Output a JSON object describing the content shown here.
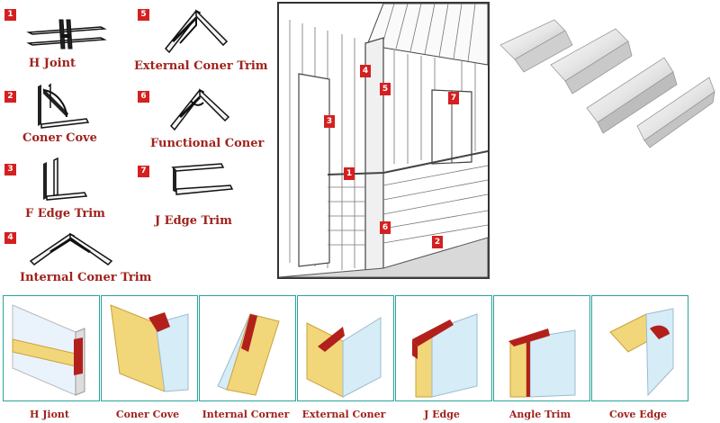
{
  "profiles": [
    {
      "num": "1",
      "label": "H Joint",
      "icon": "h-joint-profile-icon"
    },
    {
      "num": "2",
      "label": "Coner Cove",
      "icon": "corner-cove-profile-icon"
    },
    {
      "num": "3",
      "label": "F Edge Trim",
      "icon": "f-edge-trim-profile-icon"
    },
    {
      "num": "4",
      "label": "Internal Coner Trim",
      "icon": "internal-corner-trim-profile-icon"
    },
    {
      "num": "5",
      "label": "External Coner Trim",
      "icon": "external-corner-trim-profile-icon"
    },
    {
      "num": "6",
      "label": "Functional Coner",
      "icon": "functional-corner-profile-icon"
    },
    {
      "num": "7",
      "label": "J Edge Trim",
      "icon": "j-edge-trim-profile-icon"
    }
  ],
  "room_markers": [
    "1",
    "2",
    "3",
    "4",
    "5",
    "6",
    "7"
  ],
  "installations": [
    {
      "label": "H Jiont"
    },
    {
      "label": "Coner Cove"
    },
    {
      "label": "Internal Corner"
    },
    {
      "label": "External Coner"
    },
    {
      "label": "J Edge"
    },
    {
      "label": "Angle Trim"
    },
    {
      "label": "Cove Edge"
    }
  ],
  "colors": {
    "badge": "#d42020",
    "label": "#a0221c",
    "frame": "#2aa29b",
    "trim": "#b3201c"
  }
}
